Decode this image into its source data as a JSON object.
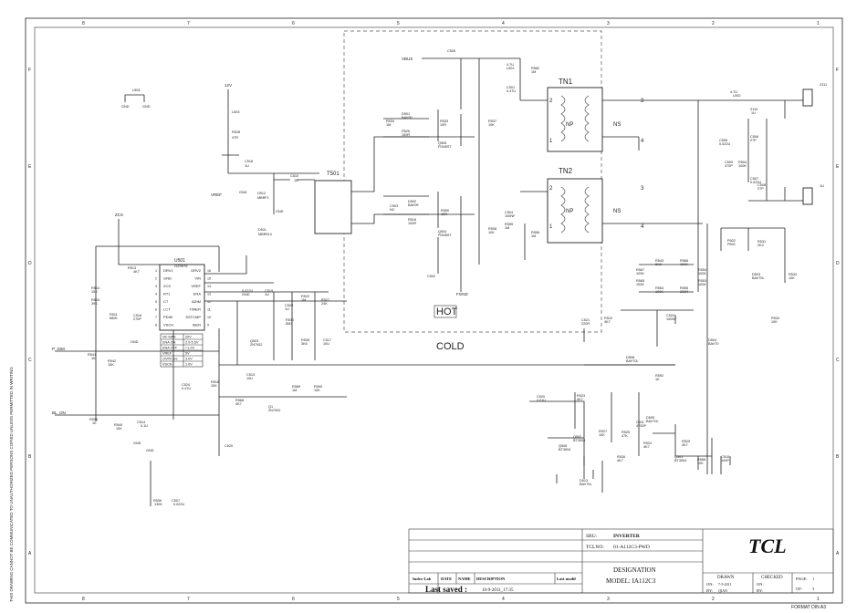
{
  "frame": {
    "col_markers": [
      "8",
      "7",
      "6",
      "5",
      "4",
      "3",
      "2",
      "1"
    ],
    "row_markers": [
      "F",
      "E",
      "D",
      "C",
      "B",
      "A"
    ],
    "side_note": "THIS DRAWING CANNOT BE COMMUNICATED TO UNAUTHORIZED PERSONS COPIED UNLESS PERMITTED IN WRITING",
    "format": "FORMAT DIN A3"
  },
  "areas": {
    "hot": "HOT",
    "cold": "COLD"
  },
  "transformers": {
    "tn1": "TN1",
    "tn2": "TN2",
    "np": "NP",
    "ns": "NS",
    "t501": "T501",
    "pins": [
      "1",
      "2",
      "3",
      "4"
    ]
  },
  "ic": {
    "ref": "U501",
    "part": "OZ9976",
    "left_pins": [
      "DRV1",
      "GND",
      "ZCS",
      "RT1",
      "CT",
      "LCT",
      "PDIM",
      "VSCH"
    ],
    "right_pins": [
      "DRV2",
      "VIN",
      "VREF",
      "ENA",
      "ADIM",
      "TIMER",
      "SSTCMP",
      "ISEN"
    ],
    "left_nums": [
      "1",
      "2",
      "3",
      "4",
      "5",
      "6",
      "7",
      "8"
    ],
    "right_nums": [
      "16",
      "15",
      "14",
      "13",
      "12",
      "11",
      "10",
      "9"
    ]
  },
  "spec_table": [
    [
      "Vin MAX",
      "20V"
    ],
    [
      "ENA ON",
      "2.0-5.5V"
    ],
    [
      "ENA OFF",
      "<1.0V"
    ],
    [
      "VREF",
      "5V"
    ],
    [
      "OVP0 pre",
      "3.0V"
    ],
    [
      "VSCN",
      "1.0V"
    ]
  ],
  "nets": {
    "vbus": "VBUS",
    "v12": "12V",
    "vref": "VREF",
    "zcs": "ZCS",
    "p_dim": "P_DIM",
    "bl_on": "BL_ON",
    "fgnd": "FGND"
  },
  "labels": [
    "L504",
    "GND",
    "GND",
    "L503",
    "R528",
    "47R",
    "C518",
    "1U",
    "GND",
    "C510",
    "1U",
    "D512",
    "MBRF1",
    "GND",
    "D511",
    "MBR914",
    "R513",
    "4K7",
    "R514",
    "15K",
    "R515",
    "39K",
    "R511",
    "680K",
    "C516",
    "270P",
    "GND",
    "R541",
    "1K",
    "R542",
    "10K",
    "R536",
    "1K",
    "R540",
    "10K",
    "C514",
    "0.1U",
    "GND",
    "GND",
    "R539",
    "130K",
    "C507",
    "0.022U",
    "C524",
    "0.47U",
    "R518",
    "10K",
    "C520",
    "0.022U",
    "GND",
    "C519",
    "1U",
    "C525",
    "1U",
    "R522",
    "1M",
    "R527",
    "24K",
    "R530",
    "5M3",
    "Q503",
    "2N7002",
    "R535",
    "3K6",
    "C517",
    "10U",
    "C513",
    "10U",
    "R568",
    "4K7",
    "Q1",
    "2N7002",
    "R589",
    "1M",
    "R590",
    "10K",
    "C526",
    "4.7U",
    "L501",
    "R562",
    "1M",
    "C501",
    "0.47U",
    "R534",
    "1M",
    "D501",
    "BAV99",
    "R526",
    "100R",
    "R533",
    "10R",
    "Q505",
    "FDN5ST",
    "R537",
    "10K",
    "C503",
    "NC",
    "D502",
    "BAV99",
    "R516",
    "100R",
    "R550",
    "10R",
    "Q504",
    "FDN5ST",
    "R508",
    "10K",
    "C504",
    "100NF",
    "R555",
    "1M",
    "R556",
    "1M",
    "C502",
    "4.7U",
    "L502",
    "Z112",
    "1U",
    "C506",
    "27P",
    "C505",
    "0.022U",
    "C509",
    "470P",
    "R504",
    "100K",
    "C507",
    "0.022U",
    "C508",
    "27P",
    "Z111",
    "1U",
    "P502",
    "P501",
    "R531",
    "2K2",
    "D503",
    "BAV70L",
    "R532",
    "10K",
    "R533",
    "10K",
    "R543",
    "6K8",
    "R566",
    "100K",
    "R567",
    "100K",
    "R554",
    "100K",
    "R565",
    "100K",
    "R553",
    "100K",
    "R564",
    "100K",
    "R556",
    "220R",
    "C521",
    "220R",
    "R510",
    "4K7",
    "C522",
    "100NF",
    "D504",
    "BAV70",
    "D508",
    "BAV70L",
    "R592",
    "1K",
    "C520",
    "0.01U",
    "R523",
    "4K7",
    "D505",
    "BAV70L",
    "C511",
    "4700P",
    "R525",
    "47K",
    "Q502",
    "BT3904",
    "R524",
    "4K7",
    "R527",
    "10K",
    "Q501",
    "BT3904",
    "Q506",
    "BT3904",
    "D513",
    "BAV70L",
    "R526",
    "4K7",
    "R529",
    "4K7",
    "R558",
    "10K",
    "C510",
    "100P"
  ],
  "title_block": {
    "sbu_label": "SBU:",
    "sbu": "INVERTER",
    "tclno_label": "TCLNO:",
    "tclno": "01-A112C3-PWD",
    "designation": "DESIGNATION",
    "model": "MODEL: IA112C3",
    "logo": "TCL",
    "drawn": "DRAWN",
    "checked": "CHECKED",
    "on": "ON:",
    "on_val": "7-5-2011",
    "by": "BY:",
    "by_val": "QIAN",
    "on2": "ON:",
    "by2": "BY:",
    "page_label": "PAGE:",
    "page": "1",
    "of_label": "OF:",
    "of": "3",
    "rev_headers": [
      "Index-Lab",
      "DATE",
      "NAME",
      "DESCRIPTION",
      "Last modif"
    ],
    "last_saved_label": "Last saved :",
    "last_saved": "10-9-2011_17:35"
  }
}
